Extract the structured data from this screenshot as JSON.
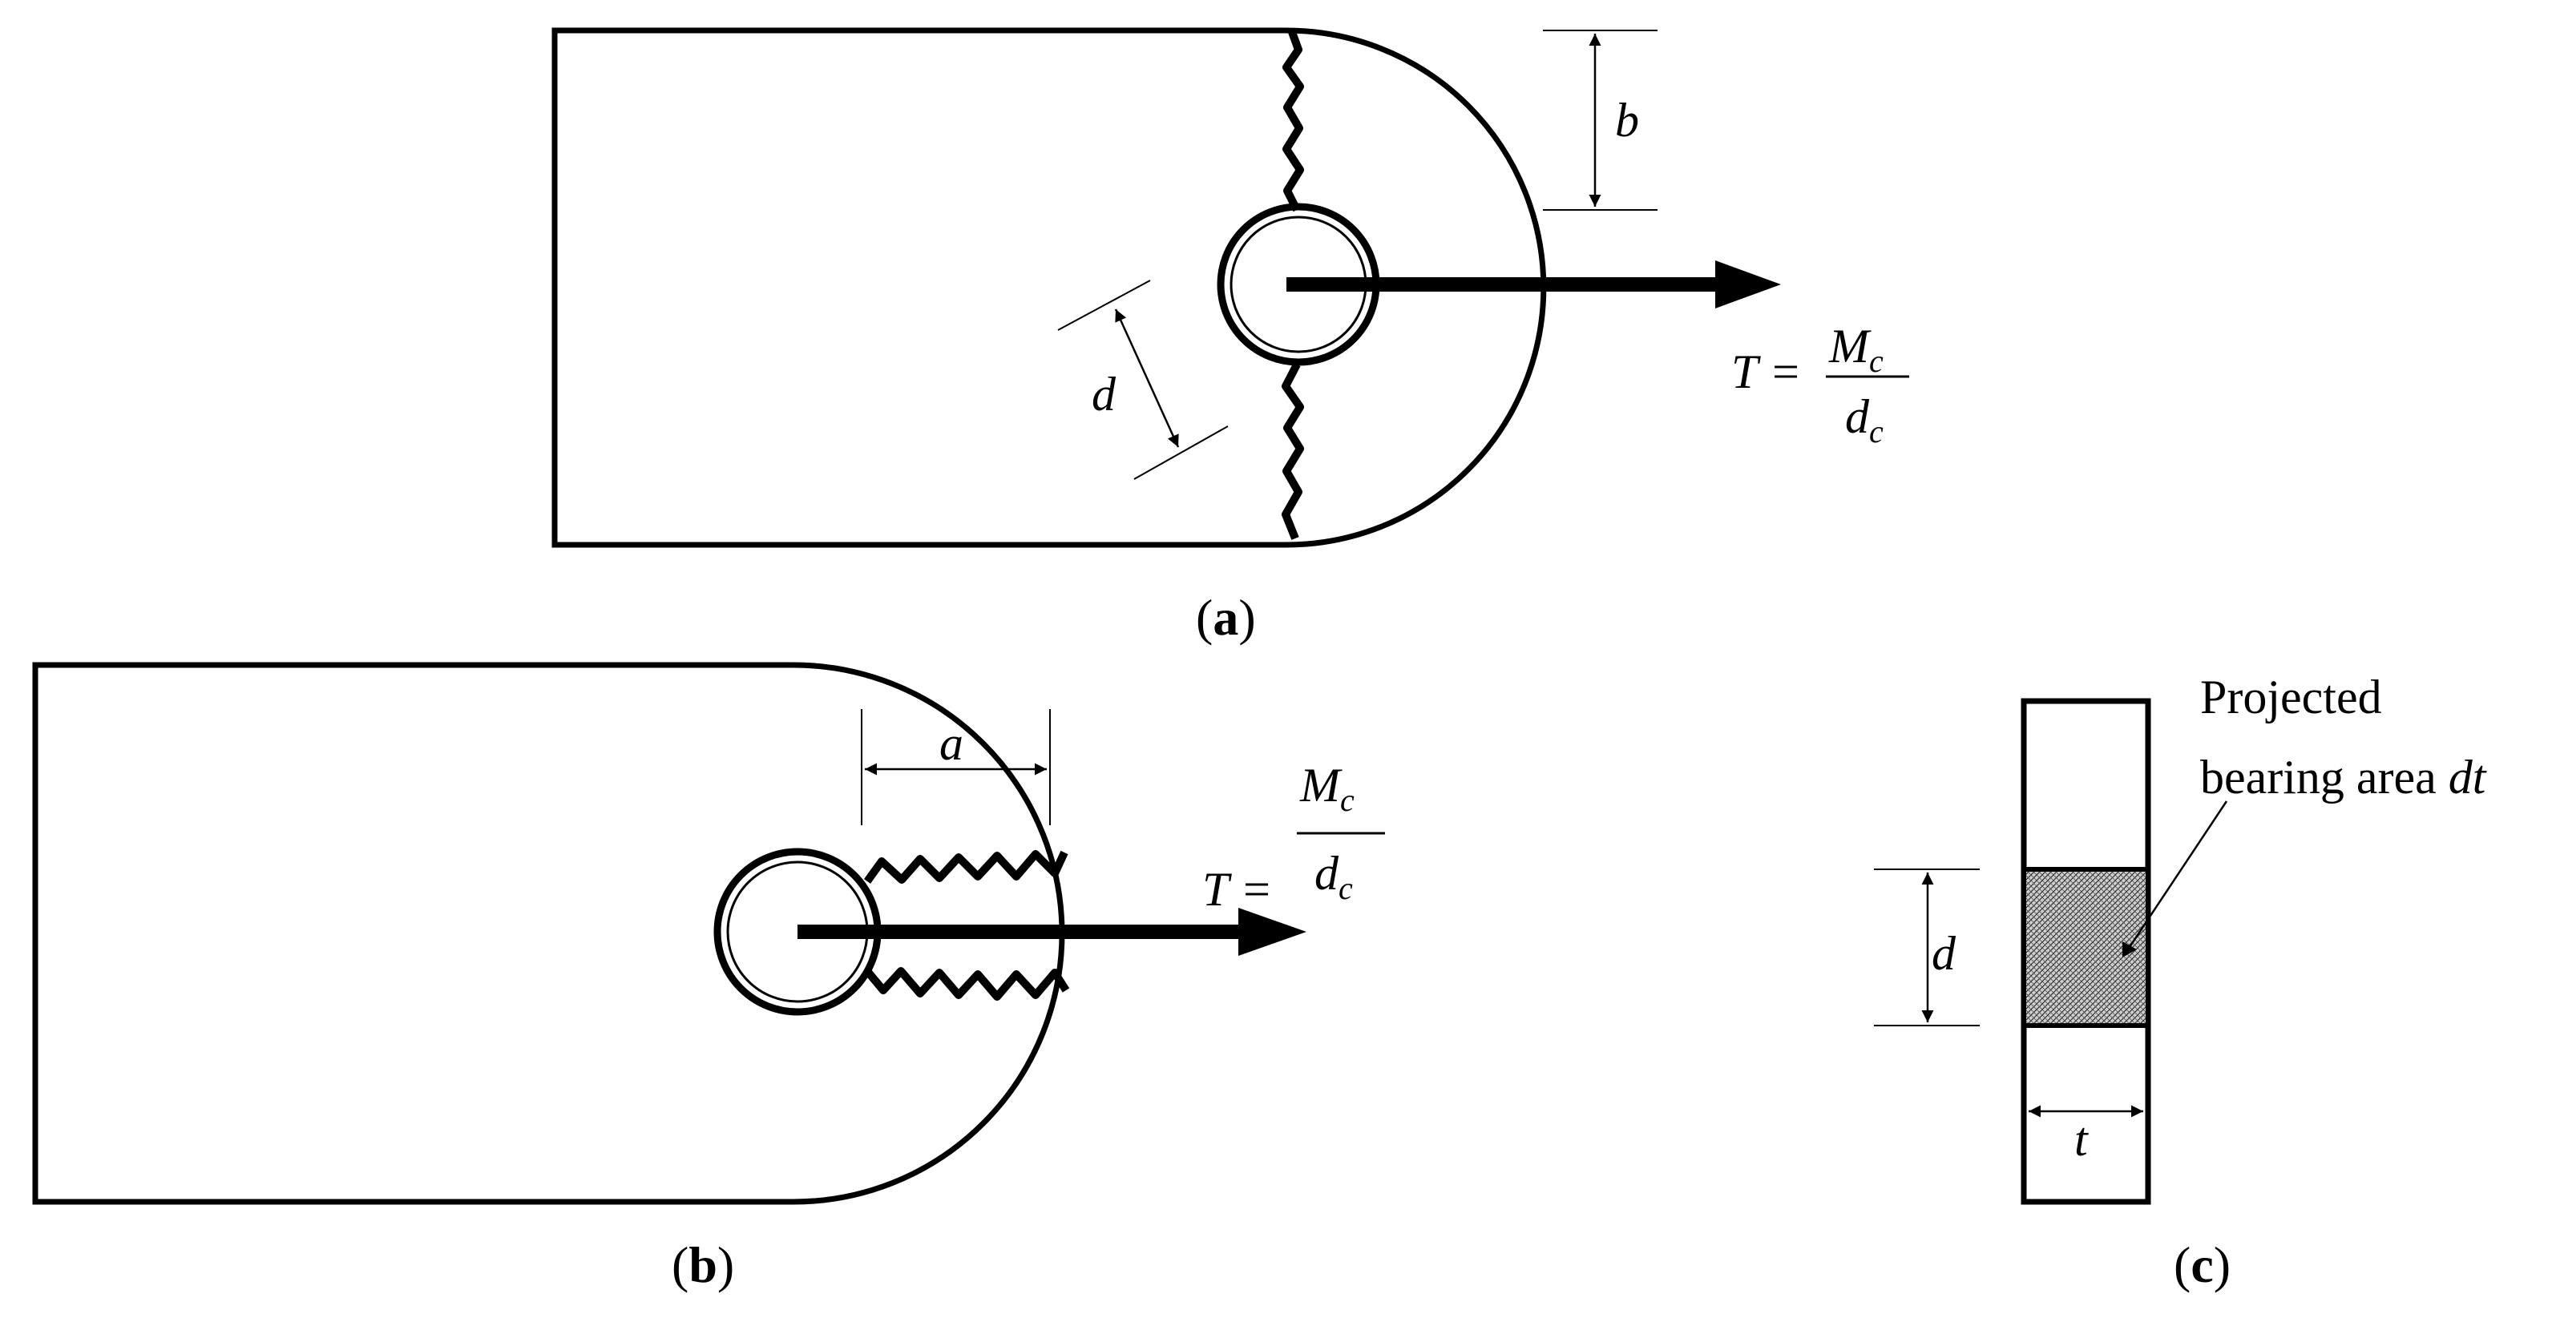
{
  "panel_a": {
    "caption_open": "(",
    "caption_letter": "a",
    "caption_close": ")",
    "dim_b": "b",
    "dim_d": "d",
    "force_lhs": "T =",
    "force_num_M": "M",
    "force_num_sub": "c",
    "force_den_d": "d",
    "force_den_sub": "c"
  },
  "panel_b": {
    "caption_open": "(",
    "caption_letter": "b",
    "caption_close": ")",
    "dim_a": "a",
    "force_lhs": "T =",
    "force_num_M": "M",
    "force_num_sub": "c",
    "force_den_d": "d",
    "force_den_sub": "c"
  },
  "panel_c": {
    "caption_open": "(",
    "caption_letter": "c",
    "caption_close": ")",
    "label_line1": "Projected",
    "label_line2_prefix": "bearing area ",
    "label_line2_var": "dt",
    "dim_d": "d",
    "dim_t": "t"
  },
  "colors": {
    "ink": "#000000",
    "hatch": "#888888",
    "background": "#ffffff"
  }
}
